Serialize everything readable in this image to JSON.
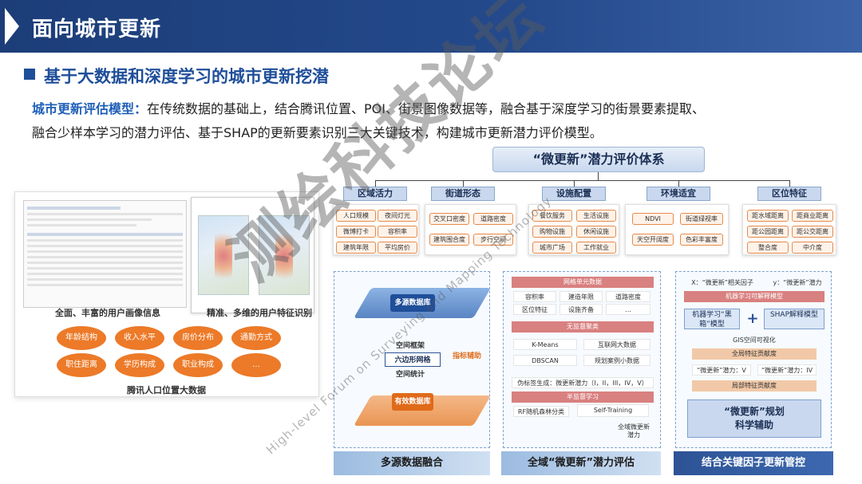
{
  "header": {
    "title": "面向城市更新"
  },
  "subtitle": "基于大数据和深度学习的城市更新挖潜",
  "description": {
    "keyword": "城市更新评估模型：",
    "line1": "在传统数据的基础上，结合腾讯位置、POI、街景图像数据等，融合基于深度学习的街景要素提取、",
    "line2": "融合少样本学习的潜力评估、基于SHAP的更新要素识别三大关键技术，构建城市更新潜力评价模型。"
  },
  "left_panel": {
    "caption_profile": "全面、丰富的用户画像信息",
    "caption_features": "精准、多维的用户特征识别",
    "caption_main": "腾讯人口位置大数据",
    "ovals": [
      "年龄结构",
      "收入水平",
      "房价分布",
      "通勤方式",
      "职住距离",
      "学历构成",
      "职业构成",
      "…"
    ]
  },
  "system": {
    "title": "“微更新”潜力评价体系",
    "categories": [
      {
        "name": "区域活力",
        "items": [
          "人口规模",
          "夜间灯光",
          "微博打卡",
          "容积率",
          "建筑年限",
          "平均房价"
        ]
      },
      {
        "name": "街道形态",
        "items": [
          "交叉口密度",
          "道路密度",
          "建筑围合度",
          "步行空间"
        ]
      },
      {
        "name": "设施配置",
        "items": [
          "餐饮服务",
          "生活设施",
          "购物设施",
          "休闲设施",
          "城市广场",
          "工作就业"
        ]
      },
      {
        "name": "环境适宜",
        "items": [
          "NDVI",
          "街道绿视率",
          "天空开阔度",
          "色彩丰富度"
        ]
      },
      {
        "name": "区位特征",
        "items": [
          "距水域距离",
          "距商业距离",
          "距公园距离",
          "距公交距离",
          "整合度",
          "中介度"
        ]
      }
    ]
  },
  "panel1": {
    "top": "多源数据库",
    "spatial_frame": "空间框架",
    "hex_grid": "六边形网格",
    "spatial_stat": "空间统计",
    "bottom": "有效数据库",
    "side_label": "指标辅助",
    "footer": "多源数据融合"
  },
  "panel2": {
    "header1": "网格单元数据",
    "cells1": [
      "容积率",
      "建造年限",
      "道路密度",
      "区位特征",
      "设施齐备",
      "…"
    ],
    "header2": "无监督聚类",
    "algos": [
      "K-Means",
      "互联网大数据",
      "DBSCAN",
      "规划案例小数据"
    ],
    "pseudo": "伪标签生成：微更新潜力（I，II，III，IV，V）",
    "header3": "半监督学习",
    "rf": "RF随机森林分类",
    "self_training": "Self-Training",
    "result": "全域微更新潜力",
    "footer": "全域“微更新”潜力评估"
  },
  "panel3": {
    "x_label": "X：“微更新”相关因子",
    "y_label": "y：“微更新”潜力",
    "header": "机器学习可解释模型",
    "ml": "机器学习“黑箱”模型",
    "plus": "+",
    "shap": "SHAP解释模型",
    "gis": "GIS空间可视化",
    "global": "全局特征贡献度",
    "potential_v": "“微更新”潜力：V",
    "potential_iv": "“微更新”潜力：IV",
    "local": "局部特征贡献度",
    "result_line1": "“微更新”规划",
    "result_line2": "科学辅助",
    "footer": "结合关键因子更新管控"
  },
  "watermark": {
    "main": "测绘科技论坛",
    "en": "High-level Forum on Surveying and Mapping Technology"
  }
}
